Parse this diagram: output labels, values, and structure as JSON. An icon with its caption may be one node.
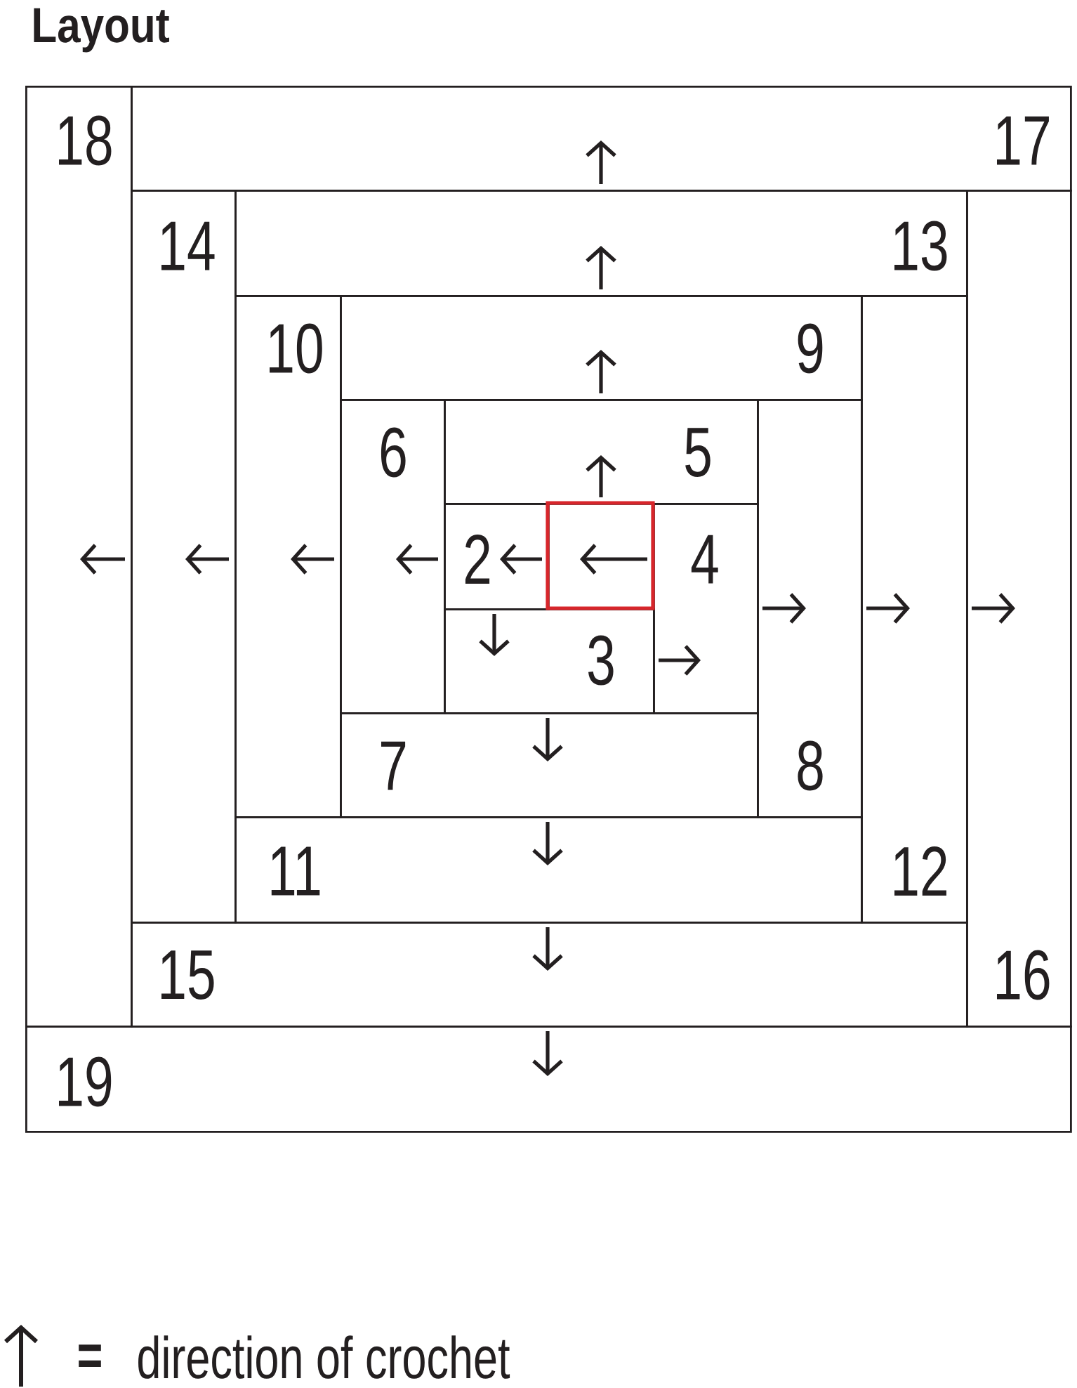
{
  "diagram": {
    "title": "Layout",
    "nodes": [
      {
        "text": [],
        "shape": "box"
      },
      {
        "text": [
          "2"
        ]
      },
      {
        "text": [
          "3"
        ]
      },
      {
        "text": [
          "4"
        ]
      },
      {
        "text": [
          "5"
        ]
      },
      {
        "text": [
          "6"
        ]
      },
      {
        "text": [
          "7"
        ]
      },
      {
        "text": [
          "8"
        ]
      },
      {
        "text": [
          "9"
        ]
      },
      {
        "text": [
          "10"
        ]
      },
      {
        "text": [
          "11"
        ]
      },
      {
        "text": [
          "12"
        ]
      },
      {
        "text": [
          "13"
        ]
      },
      {
        "text": [
          "14"
        ]
      },
      {
        "text": [
          "15"
        ]
      },
      {
        "text": [
          "16"
        ]
      },
      {
        "text": [
          "17"
        ]
      },
      {
        "text": [
          "18"
        ]
      },
      {
        "text": [
          "19"
        ]
      }
    ],
    "labels": [
      "="
    ],
    "legend": [
      {
        "text": "direction of crochet"
      }
    ]
  }
}
